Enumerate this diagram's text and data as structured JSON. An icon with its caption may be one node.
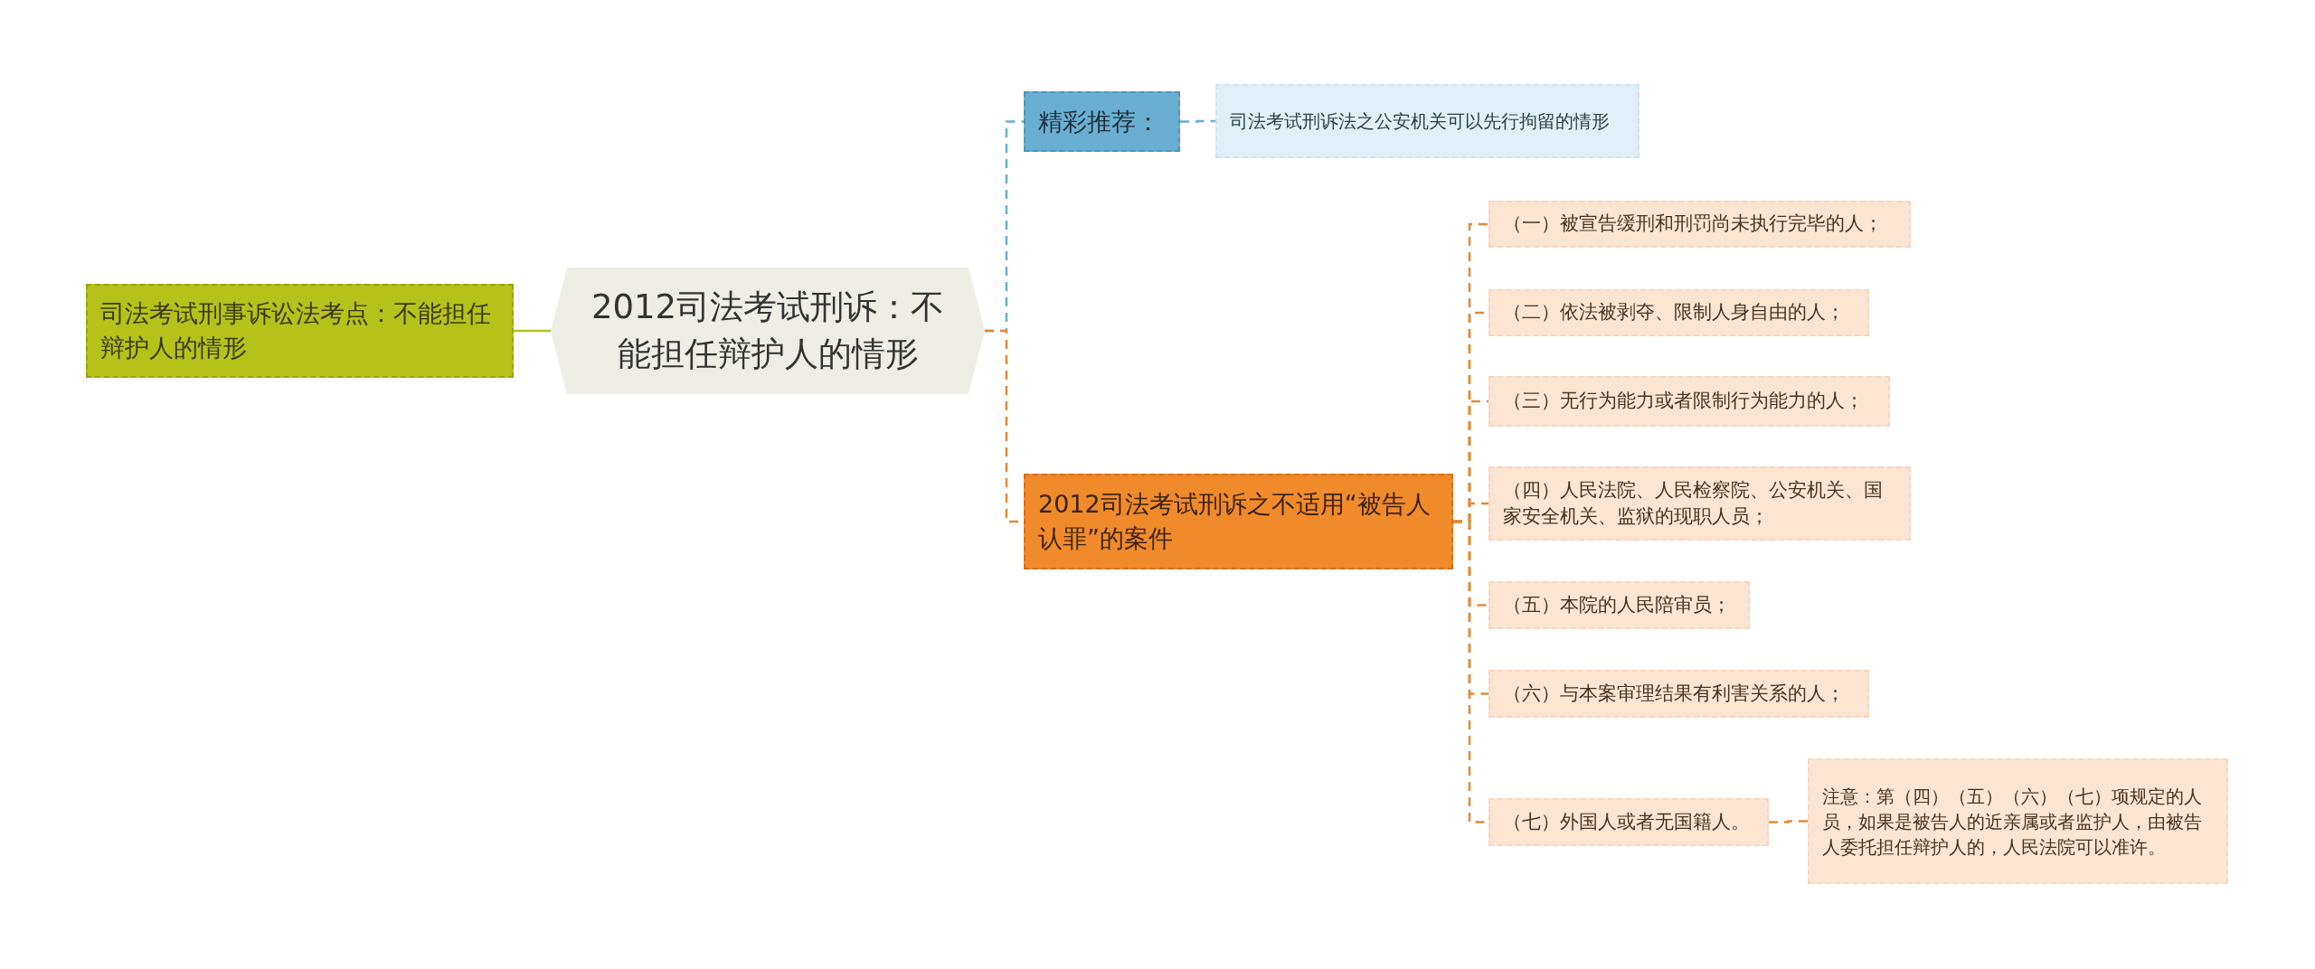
{
  "diagram": {
    "nodes": [
      {
        "text": [
          "2012司法考试刑诉：不能担任辩护人的情形"
        ]
      },
      {
        "text": [
          "司法考试刑事诉讼法考点：不能担任辩护人的情形"
        ]
      },
      {
        "text": [
          "精彩推荐："
        ]
      },
      {
        "text": [
          "司法考试刑诉法之公安机关可以先行拘留的情形"
        ]
      },
      {
        "text": [
          "2012司法考试刑诉之不适用“被告人认罪”的案件"
        ]
      },
      {
        "text": [
          "（一）被宣告缓刑和刑罚尚未执行完毕的人；"
        ]
      },
      {
        "text": [
          "（二）依法被剥夺、限制人身自由的人；"
        ]
      },
      {
        "text": [
          "（三）无行为能力或者限制行为能力的人；"
        ]
      },
      {
        "text": [
          "（四）人民法院、人民检察院、公安机关、国家安全机关、监狱的现职人员；"
        ]
      },
      {
        "text": [
          "（五）本院的人民陪审员；"
        ]
      },
      {
        "text": [
          "（六）与本案审理结果有利害关系的人；"
        ]
      },
      {
        "text": [
          "（七）外国人或者无国籍人。"
        ]
      },
      {
        "text": [
          "注意：第（四）（五）（六）（七）项规定的人员，如果是被告人的近亲属或者监护人，由被告人委托担任辩护人的，人民法院可以准许。"
        ]
      }
    ],
    "edges": [
      {
        "from": 0,
        "to": 1,
        "arrow": "none",
        "color": "#b5c21a"
      },
      {
        "from": 0,
        "to": 2,
        "arrow": "none",
        "style": "dashed",
        "color": "#6aafd3"
      },
      {
        "from": 2,
        "to": 3,
        "arrow": "none",
        "style": "dashed",
        "color": "#6aafd3"
      },
      {
        "from": 0,
        "to": 4,
        "arrow": "none",
        "style": "dashed"
      },
      {
        "from": 4,
        "to": 5,
        "arrow": "none",
        "style": "dashed"
      },
      {
        "from": 4,
        "to": 6,
        "arrow": "none",
        "style": "dashed"
      },
      {
        "from": 4,
        "to": 7,
        "arrow": "none",
        "style": "dashed"
      },
      {
        "from": 4,
        "to": 8,
        "arrow": "none",
        "style": "dashed"
      },
      {
        "from": 4,
        "to": 9,
        "arrow": "none",
        "style": "dashed"
      },
      {
        "from": 4,
        "to": 10,
        "arrow": "none",
        "style": "dashed"
      },
      {
        "from": 4,
        "to": 11,
        "arrow": "none",
        "style": "dashed"
      },
      {
        "from": 11,
        "to": 12,
        "arrow": "none",
        "style": "dashed"
      }
    ]
  }
}
